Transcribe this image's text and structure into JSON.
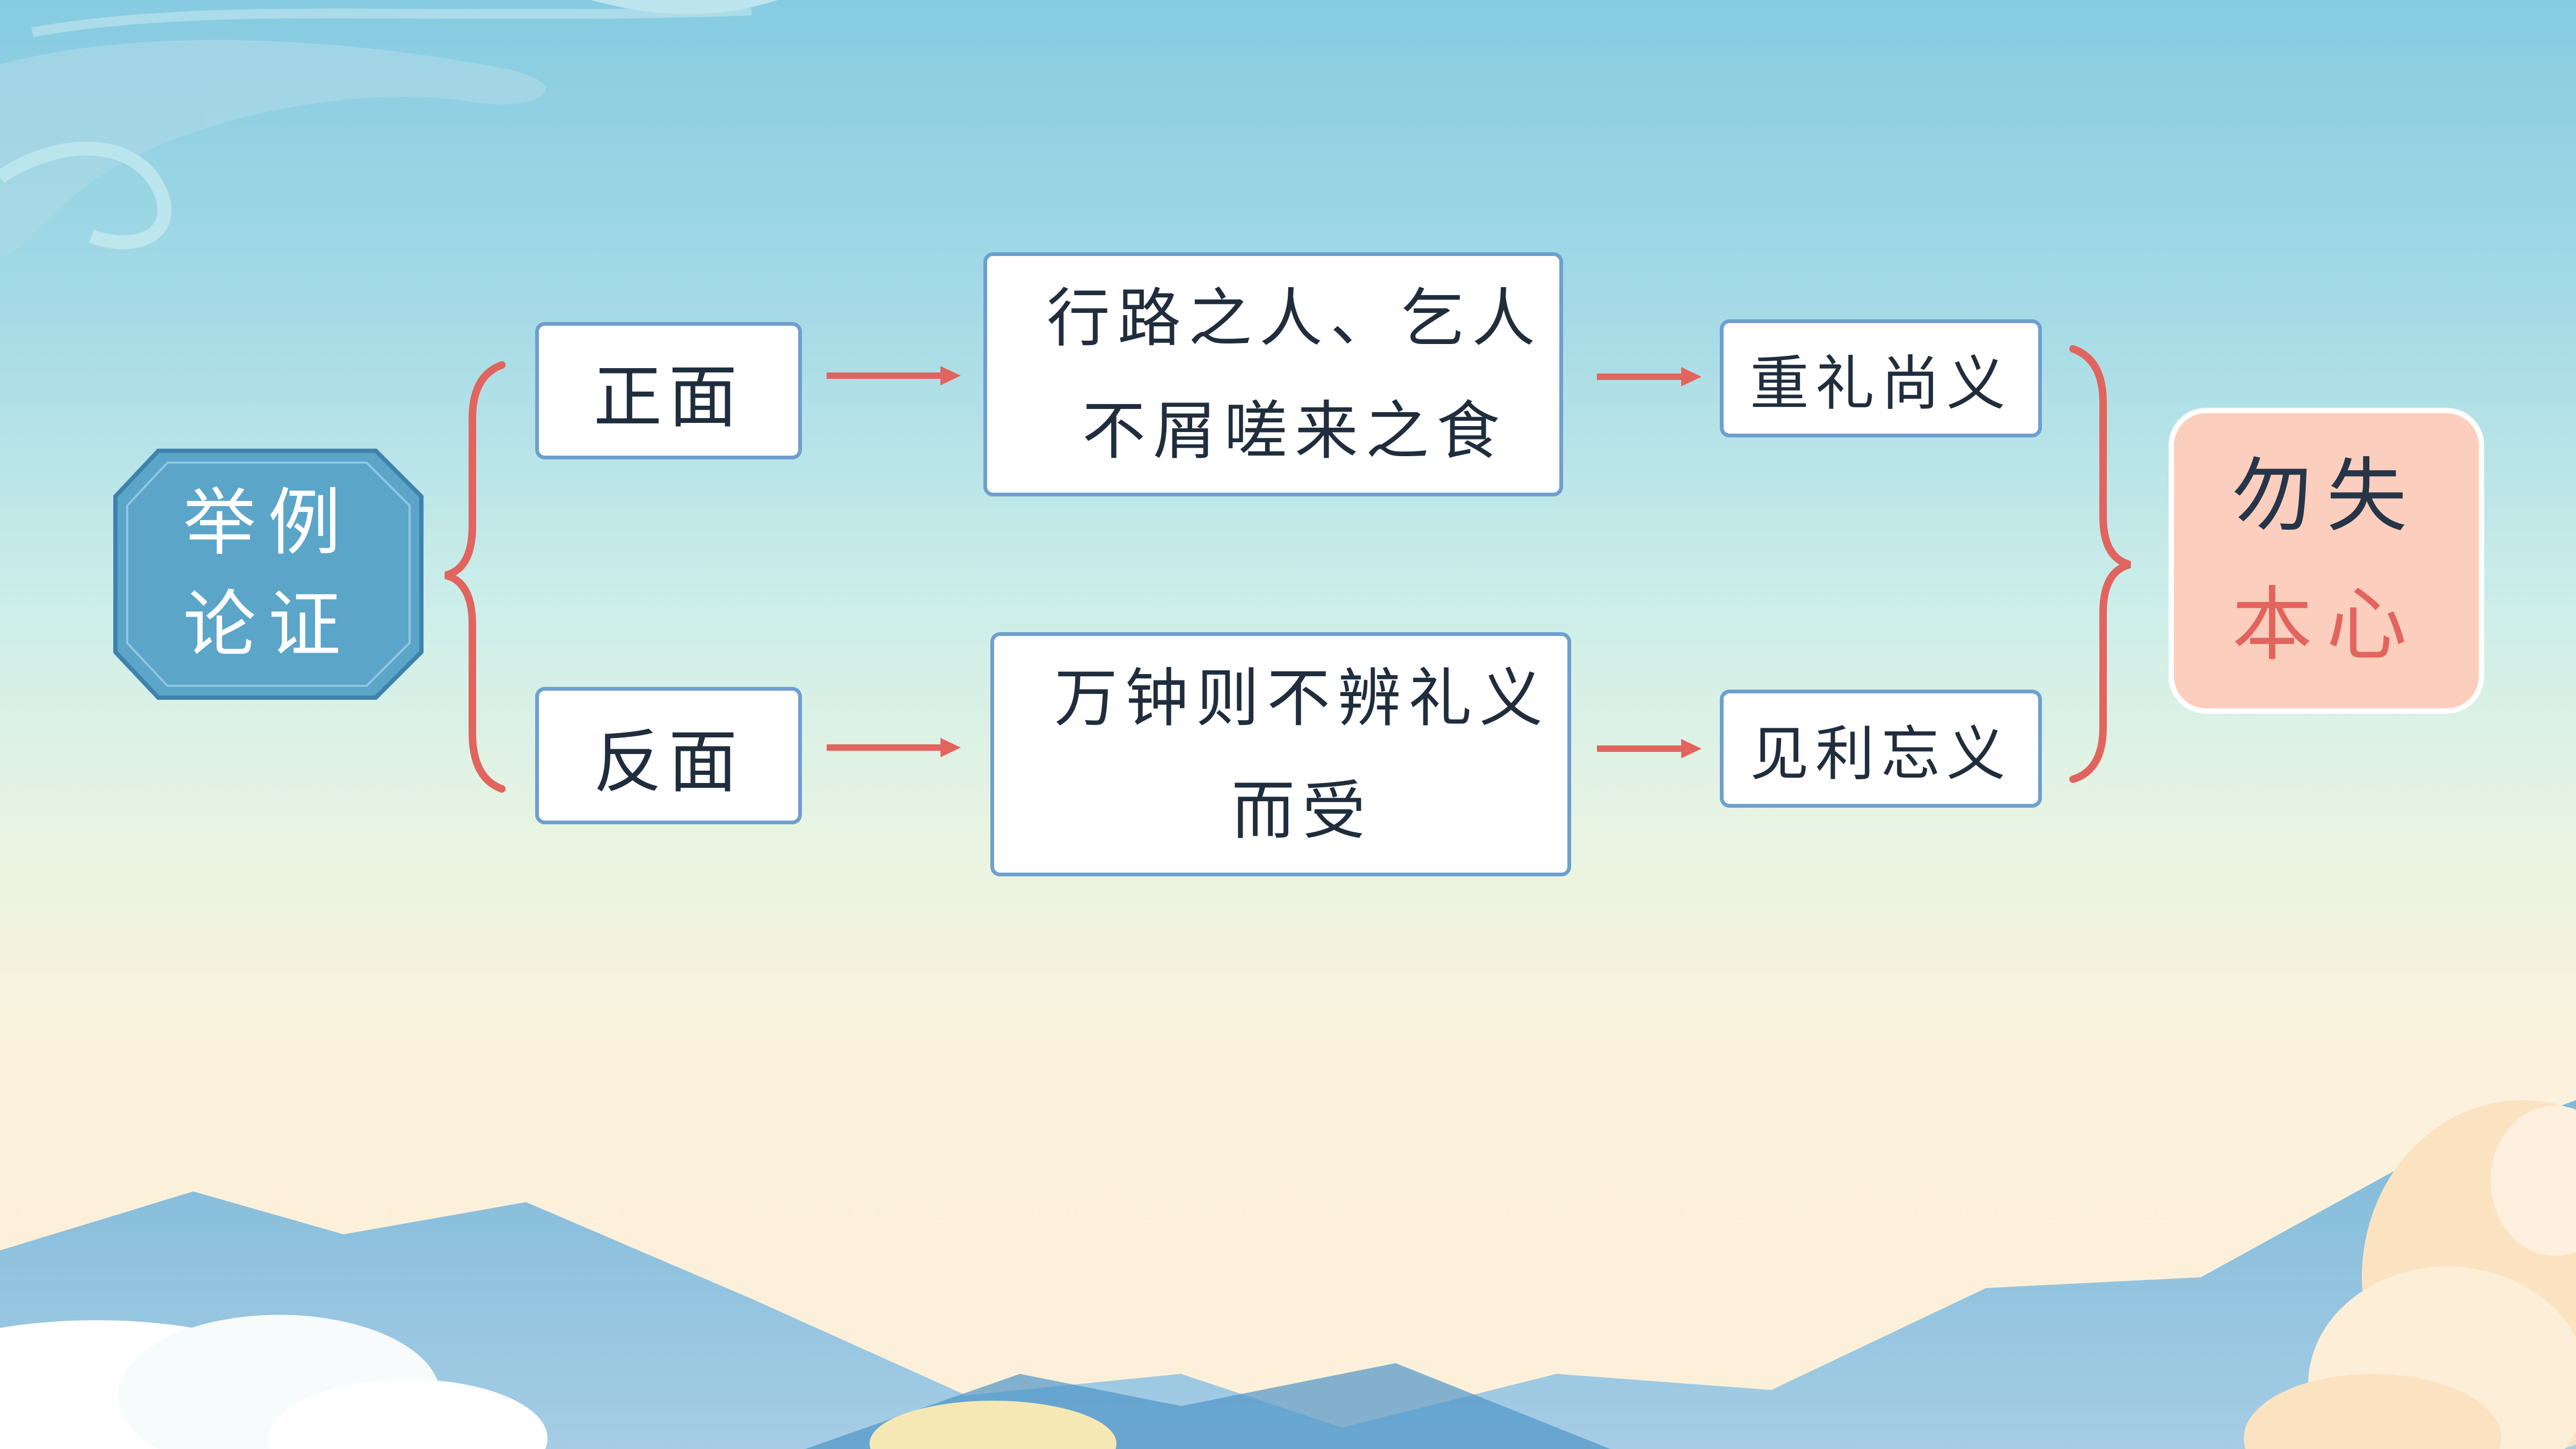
{
  "diagram": {
    "root": {
      "lines": [
        "举例",
        "论证"
      ]
    },
    "positive": {
      "label": "正面",
      "example_lines": [
        "行路之人、乞人",
        "不屑嗟来之食"
      ],
      "value": "重礼尚义"
    },
    "negative": {
      "label": "反面",
      "example_lines": [
        "万钟则不辨礼义",
        "而受"
      ],
      "value": "见利忘义"
    },
    "conclusion": {
      "lines": [
        "勿失",
        "本心"
      ]
    }
  },
  "colors": {
    "accent_red": "#e2645e",
    "box_border": "#6e9fd0",
    "hex_fill": "#5ba5c9",
    "result_fill": "#fbcebd"
  }
}
